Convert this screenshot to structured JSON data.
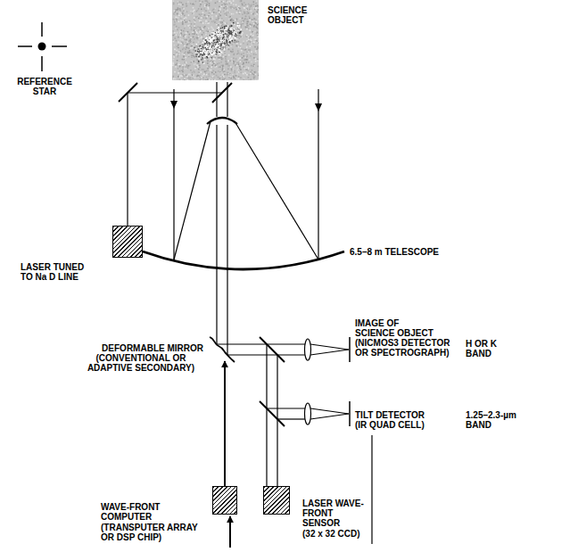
{
  "diagram": {
    "nodes": [
      {
        "text": [
          "SCIENCE OBJECT"
        ]
      },
      {
        "text": [
          "LASER TUNED TO Na D LINE"
        ]
      },
      {
        "text": [
          "WAVE-FRONT COMPUTER",
          "(TRANSPUTER ARRAY OR DSP CHIP)"
        ]
      },
      {
        "text": [
          "LASER WAVE-FRONT SENSOR",
          "(32 x 32 CCD)"
        ]
      }
    ],
    "labels": [
      "REFERENCE STAR",
      "6.5–8 m TELESCOPE",
      "DEFORMABLE MIRROR",
      "(CONVENTIONAL OR ADAPTIVE SECONDARY)",
      "IMAGE OF SCIENCE OBJECT",
      "(NICMOS3 DETECTOR OR SPECTROGRAPH)",
      "H OR K BAND",
      "TILT DETECTOR (IR QUAD CELL)",
      "1.25–2.3-µm BAND"
    ]
  }
}
